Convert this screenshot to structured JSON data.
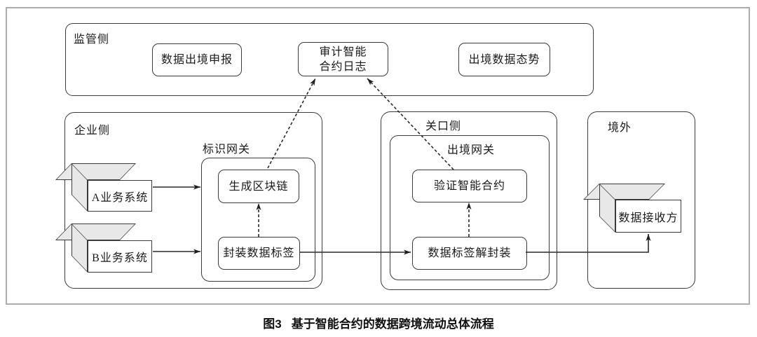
{
  "caption": {
    "prefix": "图3",
    "text": "基于智能合约的数据跨境流动总体流程"
  },
  "regulator": {
    "label": "监管侧",
    "declare": "数据出境申报",
    "audit": "审计智能\n合约日志",
    "situation": "出境数据态势"
  },
  "enterprise": {
    "label": "企业侧",
    "gateway": "标识网关",
    "system_a": "A业务系统",
    "system_b": "B业务系统",
    "generate": "生成区块链",
    "pack": "封装数据标签"
  },
  "checkpoint": {
    "label": "关口侧",
    "gateway": "出境网关",
    "verify": "验证智能合约",
    "unpack": "数据标签解封装"
  },
  "overseas": {
    "label": "境外",
    "receiver": "数据接收方"
  },
  "colors": {
    "stroke": "#3a3a3a",
    "frame_border": "#adadad",
    "cuboid_face": "#e8e8e8",
    "arrow": "#222222"
  }
}
